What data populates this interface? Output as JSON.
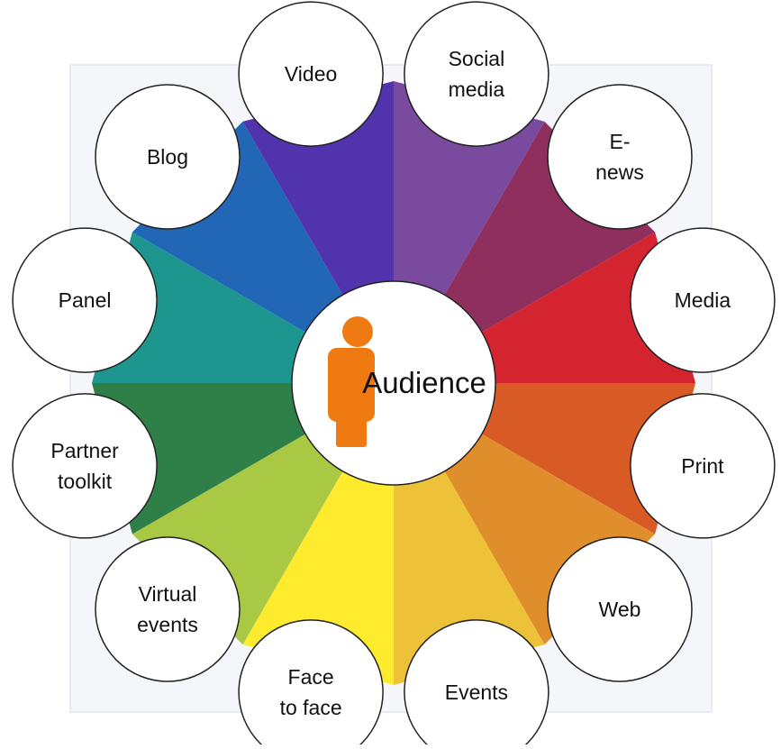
{
  "diagram": {
    "center": {
      "label": "Audience",
      "icon": "person-icon",
      "icon_color": "#F07A12"
    },
    "channels": [
      {
        "id": "social-media",
        "lines": [
          "Social",
          "media"
        ],
        "color": "#7A4A9E"
      },
      {
        "id": "e-news",
        "lines": [
          "E-",
          "news"
        ],
        "color": "#8E2F5D"
      },
      {
        "id": "media",
        "lines": [
          "Media"
        ],
        "color": "#D42430"
      },
      {
        "id": "print",
        "lines": [
          "Print"
        ],
        "color": "#D85A24"
      },
      {
        "id": "web",
        "lines": [
          "Web"
        ],
        "color": "#E08E2C"
      },
      {
        "id": "events",
        "lines": [
          "Events"
        ],
        "color": "#EDC238"
      },
      {
        "id": "face-to-face",
        "lines": [
          "Face",
          "to face"
        ],
        "color": "#FFEB2E"
      },
      {
        "id": "virtual-events",
        "lines": [
          "Virtual",
          "events"
        ],
        "color": "#A9C844"
      },
      {
        "id": "partner-toolkit",
        "lines": [
          "Partner",
          "toolkit"
        ],
        "color": "#2E7F48"
      },
      {
        "id": "panel",
        "lines": [
          "Panel"
        ],
        "color": "#1E9690"
      },
      {
        "id": "blog",
        "lines": [
          "Blog"
        ],
        "color": "#2266B6"
      },
      {
        "id": "video",
        "lines": [
          "Video"
        ],
        "color": "#5233AE"
      }
    ]
  }
}
